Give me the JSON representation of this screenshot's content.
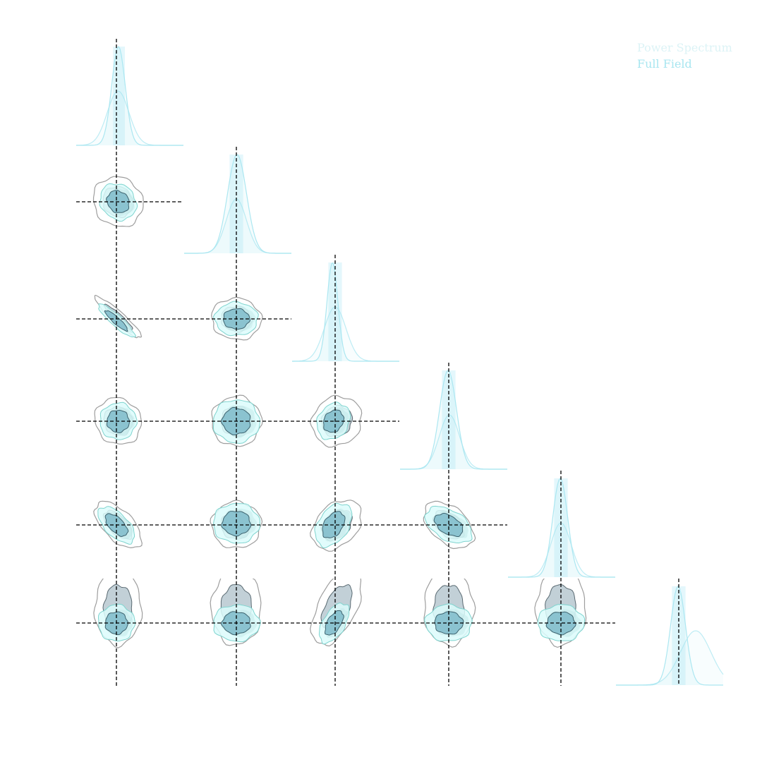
{
  "chart_data": {
    "type": "corner",
    "n_params": 6,
    "grid": false,
    "legend_position": "top-right",
    "legend": [
      {
        "label": "Power Spectrum",
        "color": "#dcf3f6"
      },
      {
        "label": "Full Field",
        "color": "#a8e6f0"
      }
    ],
    "colors": {
      "ps_outer": "#9e9e9e",
      "ps_inner": "#b7c8d0",
      "ps_inner_edge": "#5a6a72",
      "ff_outer": "#dcfcfb",
      "ff_outer_edge": "#7fd4cf",
      "ff_inner": "#87c0cd",
      "ff_inner_edge": "#3e6470",
      "marginal": "#a8e6f0",
      "marginal_band": "#dff6fb",
      "truth": "#000000"
    },
    "truth": [
      0,
      0,
      0,
      0,
      0,
      0
    ],
    "marginals": [
      {
        "ps_mean": 0.05,
        "ps_sigma": 0.32,
        "ff_mean": 0.06,
        "ff_sigma": 0.2,
        "ff_band": [
          -0.1,
          0.25
        ]
      },
      {
        "ps_mean": 0.0,
        "ps_sigma": 0.3,
        "ff_mean": 0.02,
        "ff_sigma": 0.28,
        "ff_band": [
          -0.2,
          0.2
        ]
      },
      {
        "ps_mean": 0.0,
        "ps_sigma": 0.32,
        "ff_mean": -0.08,
        "ff_sigma": 0.16,
        "ff_band": [
          -0.2,
          0.2
        ]
      },
      {
        "ps_mean": 0.02,
        "ps_sigma": 0.3,
        "ff_mean": -0.02,
        "ff_sigma": 0.25,
        "ff_band": [
          -0.2,
          0.2
        ]
      },
      {
        "ps_mean": 0.0,
        "ps_sigma": 0.3,
        "ff_mean": -0.02,
        "ff_sigma": 0.22,
        "ff_band": [
          -0.2,
          0.2
        ]
      },
      {
        "ps_mean": 0.5,
        "ps_sigma": 0.45,
        "ff_mean": -0.02,
        "ff_sigma": 0.22,
        "ff_band": [
          -0.2,
          0.2
        ]
      }
    ],
    "pairs": [
      {
        "i": 1,
        "j": 0,
        "ps_center": [
          0.05,
          0.0
        ],
        "ps_sigma": [
          0.3,
          0.3
        ],
        "ps_rho": -0.1,
        "ff_center": [
          0.05,
          0.0
        ],
        "ff_sigma": [
          0.22,
          0.22
        ],
        "ff_rho": -0.15
      },
      {
        "i": 2,
        "j": 0,
        "ps_center": [
          0.05,
          0.05
        ],
        "ps_sigma": [
          0.28,
          0.25
        ],
        "ps_rho": -0.93,
        "ff_center": [
          0.0,
          -0.05
        ],
        "ff_sigma": [
          0.22,
          0.2
        ],
        "ff_rho": -0.9
      },
      {
        "i": 2,
        "j": 1,
        "ps_center": [
          0.0,
          0.0
        ],
        "ps_sigma": [
          0.3,
          0.25
        ],
        "ps_rho": -0.05,
        "ff_center": [
          0.0,
          0.0
        ],
        "ff_sigma": [
          0.26,
          0.2
        ],
        "ff_rho": 0.0
      },
      {
        "i": 3,
        "j": 0,
        "ps_center": [
          0.05,
          0.0
        ],
        "ps_sigma": [
          0.28,
          0.28
        ],
        "ps_rho": -0.1,
        "ff_center": [
          0.05,
          0.0
        ],
        "ff_sigma": [
          0.22,
          0.22
        ],
        "ff_rho": 0.0
      },
      {
        "i": 3,
        "j": 1,
        "ps_center": [
          0.0,
          0.0
        ],
        "ps_sigma": [
          0.3,
          0.3
        ],
        "ps_rho": 0.0,
        "ff_center": [
          0.0,
          0.0
        ],
        "ff_sigma": [
          0.28,
          0.26
        ],
        "ff_rho": 0.0
      },
      {
        "i": 3,
        "j": 2,
        "ps_center": [
          0.05,
          0.0
        ],
        "ps_sigma": [
          0.3,
          0.3
        ],
        "ps_rho": 0.1,
        "ff_center": [
          -0.05,
          0.0
        ],
        "ff_sigma": [
          0.2,
          0.22
        ],
        "ff_rho": 0.2
      },
      {
        "i": 4,
        "j": 0,
        "ps_center": [
          0.05,
          0.0
        ],
        "ps_sigma": [
          0.28,
          0.28
        ],
        "ps_rho": -0.6,
        "ff_center": [
          0.0,
          0.0
        ],
        "ff_sigma": [
          0.22,
          0.22
        ],
        "ff_rho": -0.6
      },
      {
        "i": 4,
        "j": 1,
        "ps_center": [
          0.0,
          0.0
        ],
        "ps_sigma": [
          0.3,
          0.28
        ],
        "ps_rho": 0.0,
        "ff_center": [
          0.0,
          0.05
        ],
        "ff_sigma": [
          0.28,
          0.24
        ],
        "ff_rho": 0.0
      },
      {
        "i": 4,
        "j": 2,
        "ps_center": [
          0.05,
          0.0
        ],
        "ps_sigma": [
          0.3,
          0.3
        ],
        "ps_rho": 0.35,
        "ff_center": [
          -0.05,
          0.0
        ],
        "ff_sigma": [
          0.22,
          0.26
        ],
        "ff_rho": 0.4
      },
      {
        "i": 4,
        "j": 3,
        "ps_center": [
          0.0,
          0.0
        ],
        "ps_sigma": [
          0.3,
          0.28
        ],
        "ps_rho": -0.45,
        "ff_center": [
          0.0,
          0.0
        ],
        "ff_sigma": [
          0.28,
          0.22
        ],
        "ff_rho": -0.45
      },
      {
        "i": 5,
        "j": 0,
        "ps_center": [
          0.05,
          0.45
        ],
        "ps_sigma": [
          0.28,
          0.45
        ],
        "ps_rho": 0.0,
        "ff_center": [
          0.0,
          0.0
        ],
        "ff_sigma": [
          0.22,
          0.22
        ],
        "ff_rho": 0.0
      },
      {
        "i": 5,
        "j": 1,
        "ps_center": [
          0.0,
          0.45
        ],
        "ps_sigma": [
          0.3,
          0.45
        ],
        "ps_rho": 0.0,
        "ff_center": [
          0.0,
          0.0
        ],
        "ff_sigma": [
          0.28,
          0.22
        ],
        "ff_rho": 0.0
      },
      {
        "i": 5,
        "j": 2,
        "ps_center": [
          0.05,
          0.45
        ],
        "ps_sigma": [
          0.3,
          0.45
        ],
        "ps_rho": 0.55,
        "ff_center": [
          -0.03,
          0.0
        ],
        "ff_sigma": [
          0.18,
          0.24
        ],
        "ff_rho": 0.55
      },
      {
        "i": 5,
        "j": 3,
        "ps_center": [
          0.0,
          0.45
        ],
        "ps_sigma": [
          0.3,
          0.45
        ],
        "ps_rho": 0.0,
        "ff_center": [
          0.0,
          0.0
        ],
        "ff_sigma": [
          0.28,
          0.22
        ],
        "ff_rho": 0.0
      },
      {
        "i": 5,
        "j": 4,
        "ps_center": [
          0.0,
          0.45
        ],
        "ps_sigma": [
          0.3,
          0.45
        ],
        "ps_rho": 0.0,
        "ff_center": [
          0.0,
          0.0
        ],
        "ff_sigma": [
          0.28,
          0.22
        ],
        "ff_rho": 0.0
      }
    ]
  }
}
